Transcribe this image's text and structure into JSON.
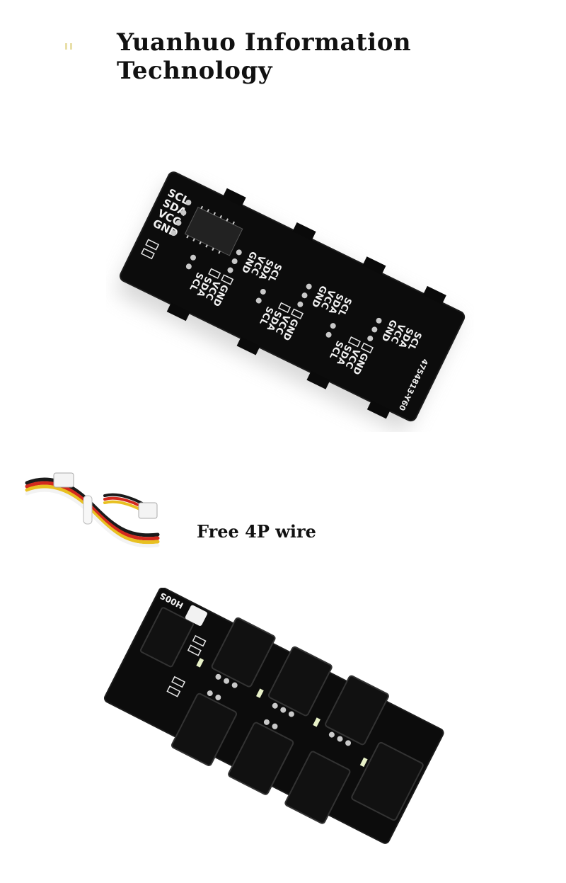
{
  "header": {
    "title": "Yuanhuo Information Technology"
  },
  "board_top": {
    "left_labels": [
      "SCL",
      "SDA",
      "VCC",
      "GND"
    ],
    "port_labels_a": [
      "GND",
      "VCC",
      "SDA",
      "SCL"
    ],
    "port_labels_b": [
      "SCL",
      "SDA",
      "VCC",
      "GND"
    ],
    "part_number": "4754813-Y60"
  },
  "wire": {
    "caption": "Free 4P wire",
    "colors": [
      "#1a1a1a",
      "#d32a1e",
      "#e8c021",
      "#f3f3f3"
    ]
  },
  "board_bottom": {
    "silk_text": "H00S"
  },
  "colors": {
    "pcb": "#0c0c0c",
    "pcb_edge": "#1c1c1c",
    "silk": "#f1f1f1",
    "pad": "#c9c9c9",
    "shadow": "#cfcfcf"
  }
}
